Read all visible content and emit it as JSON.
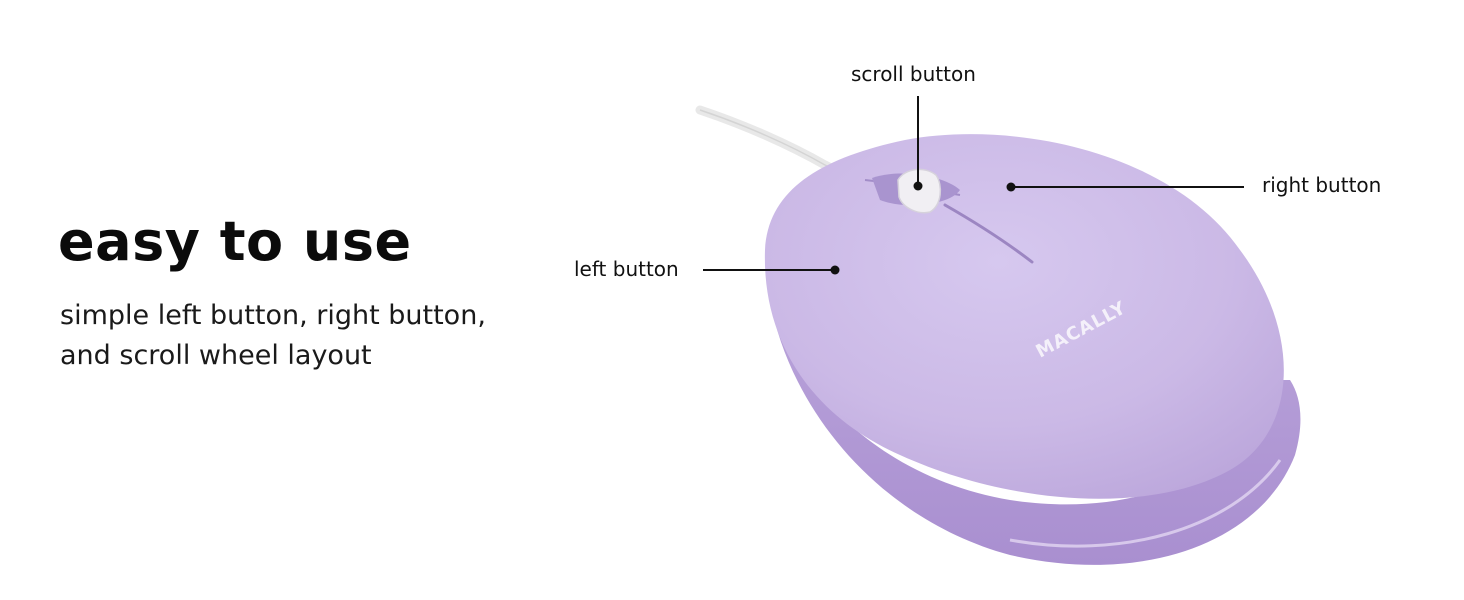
{
  "headline": "easy to use",
  "description": {
    "line1": "simple left button, right button,",
    "line2": "and scroll wheel layout"
  },
  "callouts": {
    "scroll": "scroll button",
    "right": "right button",
    "left": "left button"
  },
  "product": {
    "brand_text": "MACALLY",
    "body_color": "#c9b8e6",
    "cable_color": "#ececec"
  }
}
